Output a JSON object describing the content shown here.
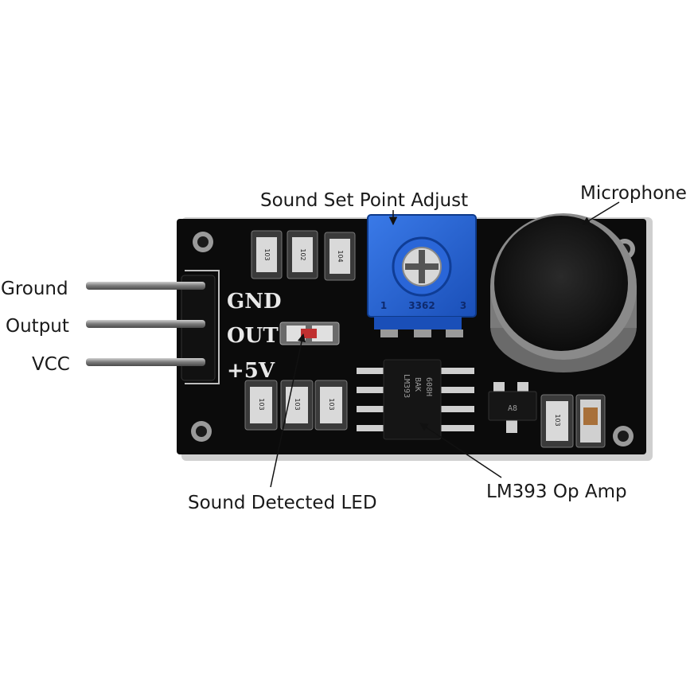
{
  "labels": {
    "ground": "Ground",
    "output": "Output",
    "vcc": "VCC",
    "set_point": "Sound Set Point Adjust",
    "microphone": "Microphone",
    "led": "Sound Detected LED",
    "op_amp": "LM393 Op Amp"
  },
  "silkscreen": {
    "gnd": "GND",
    "out": "OUT",
    "vcc": "+5V"
  },
  "components": {
    "r_top_1": "103",
    "r_top_2": "102",
    "r_top_3": "104",
    "r_bot_1": "103",
    "r_bot_2": "103",
    "r_bot_3": "103",
    "r_right": "103",
    "pot_code": "3362",
    "pot_pin_1": "1",
    "pot_pin_3": "3",
    "chip_line_1": "LM393",
    "chip_line_2": "BAK",
    "chip_line_3": "608H",
    "transistor": "A8"
  },
  "colors": {
    "board": "#0b0b0b",
    "potentiometer": "#1f5fd0",
    "pins": "#8a8a8a",
    "silkscreen": "#e8e8e8"
  }
}
